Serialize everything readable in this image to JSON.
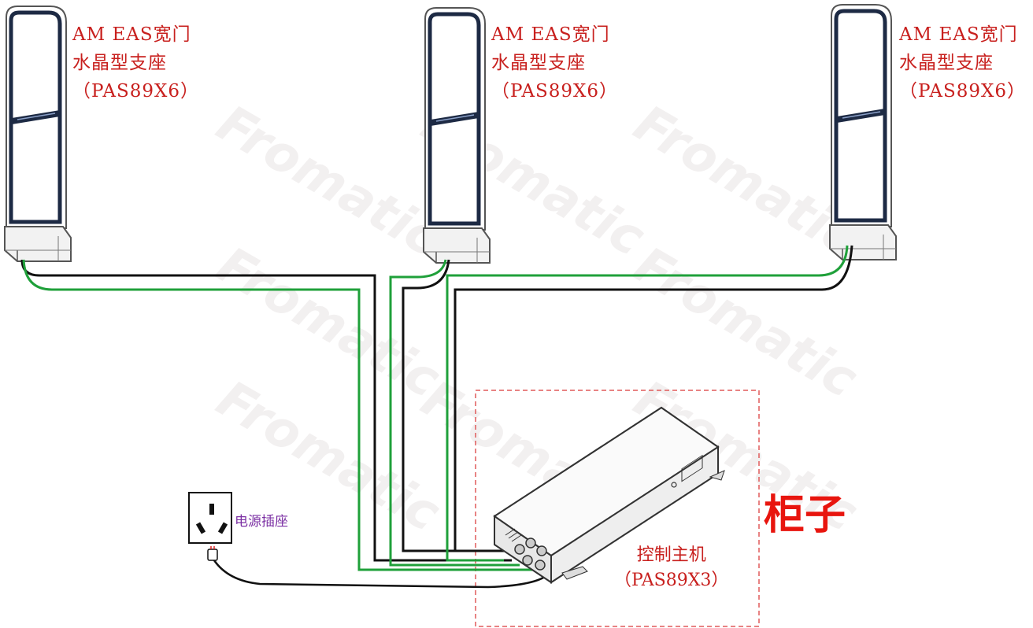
{
  "gates": [
    {
      "line1": "AM EAS宽门",
      "line2": "水晶型支座",
      "line3": "（PAS89X6）"
    },
    {
      "line1": "AM EAS宽门",
      "line2": "水晶型支座",
      "line3": "（PAS89X6）"
    },
    {
      "line1": "AM EAS宽门",
      "line2": "水晶型支座",
      "line3": "（PAS89X6）"
    }
  ],
  "cabinet_label": "柜子",
  "host": {
    "line1": "控制主机",
    "line2": "（PAS89X3）"
  },
  "socket_label": "电源插座",
  "watermark": "Fromatic",
  "colors": {
    "label_red": "#c8201e",
    "cabinet_red": "#e8150e",
    "socket_purple": "#7b2fa3",
    "cable_black": "#111111",
    "cable_green": "#1fa03a",
    "dashed_box": "#e05a5a"
  }
}
